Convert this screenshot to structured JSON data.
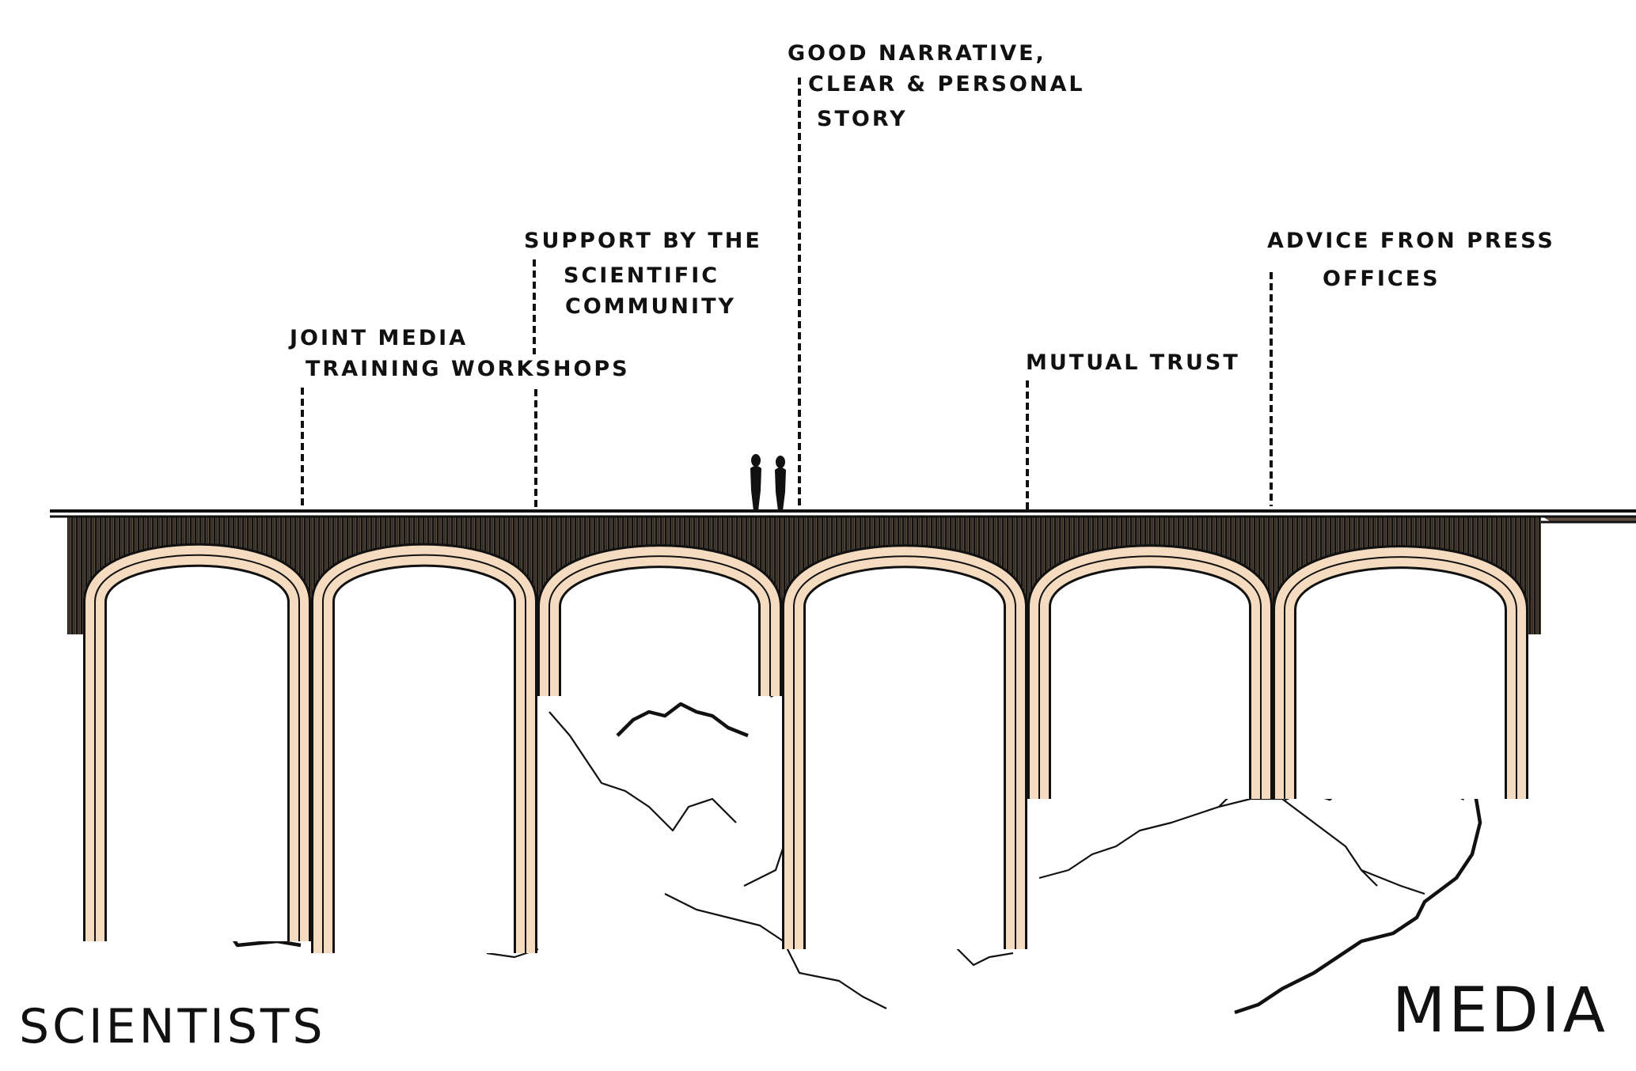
{
  "sides": {
    "left": "SCIENTISTS",
    "right": "MEDIA"
  },
  "labels": {
    "joint_media": [
      "JOINT MEDIA",
      "TRAINING WORKSHOPS"
    ],
    "support": [
      "SUPPORT BY THE",
      "SCIENTIFIC",
      "COMMUNITY"
    ],
    "narrative": [
      "GOOD NARRATIVE,",
      "CLEAR & PERSONAL",
      "STORY"
    ],
    "trust": [
      "MUTUAL TRUST"
    ],
    "advice": [
      "ADVICE FRON PRESS",
      "OFFICES"
    ]
  },
  "colors": {
    "ink": "#111111",
    "arch": "#f5dcc0",
    "spandrel": "#3a3128"
  }
}
